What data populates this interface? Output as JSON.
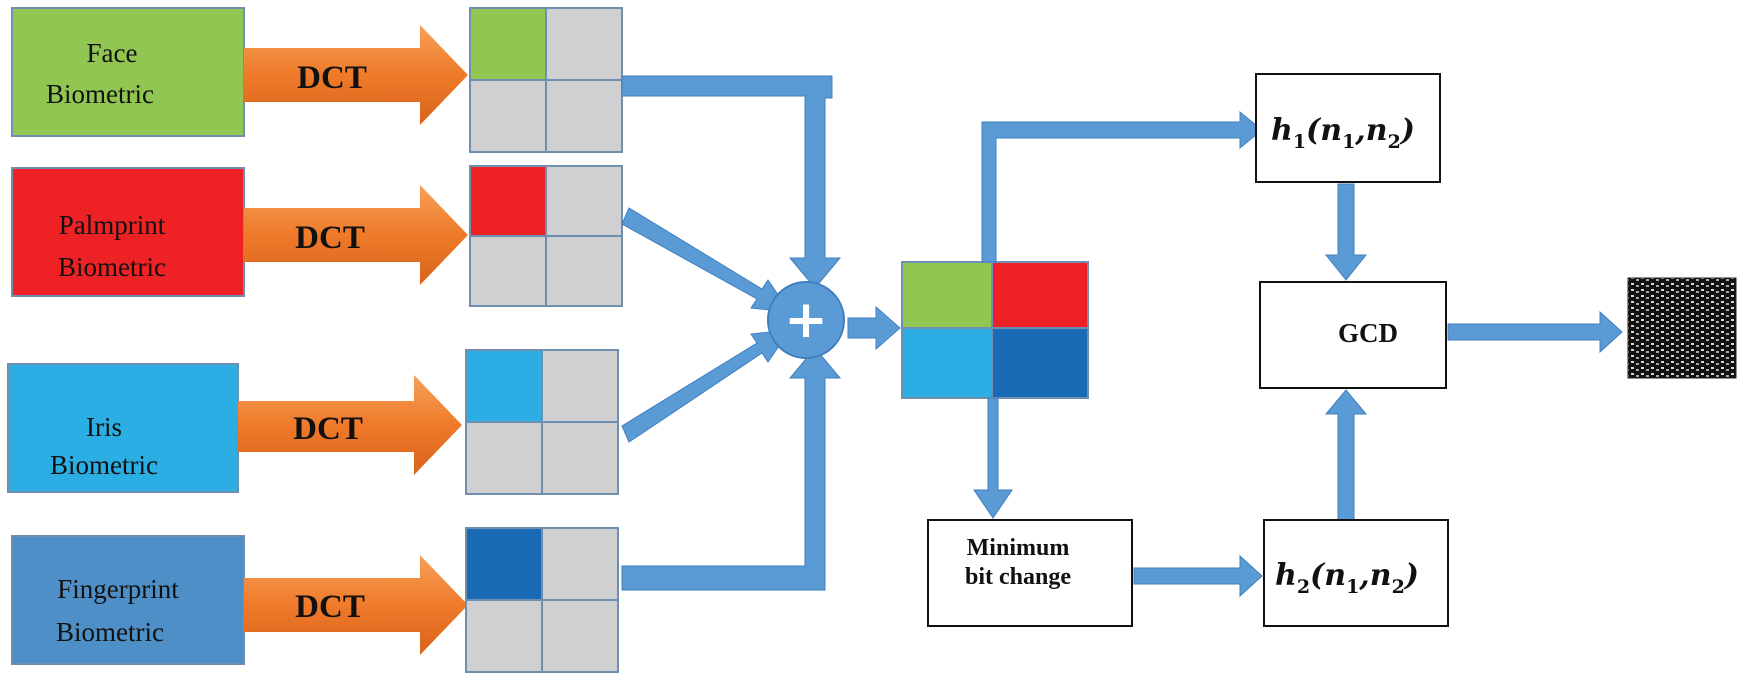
{
  "inputs": [
    {
      "line1": "Face",
      "line2": "Biometric",
      "transform": "DCT"
    },
    {
      "line1": "Palmprint",
      "line2": "Biometric",
      "transform": "DCT"
    },
    {
      "line1": "Iris",
      "line2": "Biometric",
      "transform": "DCT"
    },
    {
      "line1": "Fingerprint",
      "line2": "Biometric",
      "transform": "DCT"
    }
  ],
  "fusion": {
    "symbol": "+"
  },
  "min_bit_box": {
    "line1": "Minimum",
    "line2": "bit change"
  },
  "hash1": {
    "main": "h",
    "sub": "1",
    "open": "(",
    "arg1": "n",
    "arg1_sub": "1",
    "comma": ",",
    "arg2": "n",
    "arg2_sub": "2",
    "close": ")"
  },
  "hash2": {
    "main": "h",
    "sub": "2",
    "open": "(",
    "arg1": "n",
    "arg1_sub": "1",
    "comma": ",",
    "arg2": "n",
    "arg2_sub": "2",
    "close": ")"
  },
  "gcd": {
    "label": "GCD"
  },
  "colors": {
    "face": "#92c653",
    "palm": "#ee2124",
    "iris": "#2aaee4",
    "finger": "#4f8fc8",
    "finger_dct": "#1a6bb5",
    "dct_gray": "#d0cfd1",
    "arrow_orange": "#ef7a2a",
    "arrow_blue": "#5b9bd5"
  },
  "output_icon": "binary-code-pattern-icon"
}
